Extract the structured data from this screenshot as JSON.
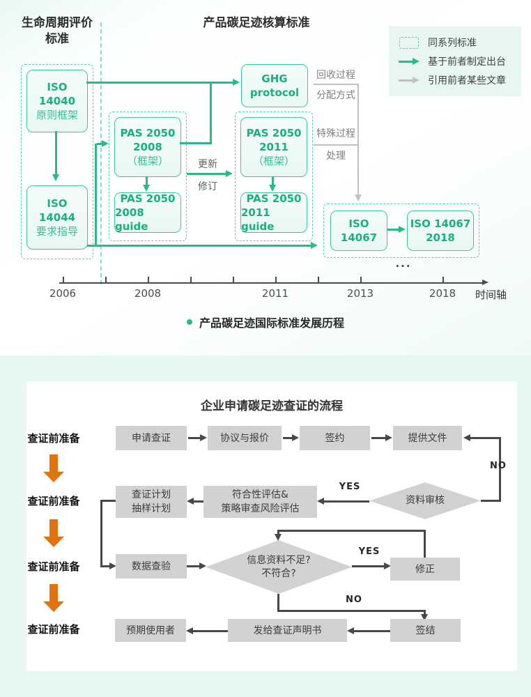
{
  "top": {
    "heading_left": {
      "line1": "生命周期评价",
      "line2": "标准"
    },
    "heading_right": "产品碳足迹核算标准",
    "legend": {
      "same_series": "同系列标准",
      "based_on": "基于前者制定出台",
      "cites": "引用前者某些文章"
    },
    "boxes": {
      "iso14040": {
        "l1": "ISO",
        "l2": "14040",
        "sub": "原则框架"
      },
      "iso14044": {
        "l1": "ISO",
        "l2": "14044",
        "sub": "要求指导"
      },
      "pas2008": {
        "l1": "PAS 2050",
        "l2": "2008",
        "sub": "（框架）"
      },
      "pas2008_guide": {
        "l1": "PAS 2050",
        "l2": "2008 guide"
      },
      "ghg": {
        "l1": "GHG",
        "l2": "protocol"
      },
      "pas2011": {
        "l1": "PAS 2050",
        "l2": "2011",
        "sub": "（框架）"
      },
      "pas2011_guide": {
        "l1": "PAS 2050",
        "l2": "2011 guide"
      },
      "iso14067": {
        "l1": "ISO",
        "l2": "14067"
      },
      "iso14067_2018": {
        "l1": "ISO 14067",
        "l2": "2018"
      }
    },
    "edge_labels": {
      "update": "更新",
      "revise": "修订"
    },
    "ghg_refs": {
      "recycle": "回收过程",
      "alloc": "分配方式",
      "special": "特殊过程",
      "treat": "处理"
    },
    "timeline": {
      "years": [
        "2006",
        "2008",
        "2011",
        "2013",
        "2018"
      ],
      "ellipsis": "...",
      "axis_label": "时间轴"
    },
    "caption": "产品碳足迹国际标准发展历程"
  },
  "flowchart": {
    "title": "企业申请碳足迹查证的流程",
    "stage_labels": [
      "查证前准备",
      "查证前准备",
      "查证前准备",
      "查证前准备"
    ],
    "row1": {
      "apply": "申请查证",
      "agreement": "协议与报价",
      "sign": "签约",
      "provide": "提供文件"
    },
    "row2": {
      "plan1": "查证计划",
      "plan2": "抽样计划",
      "assess1": "符合性评估&",
      "assess2": "策略审查风险评估",
      "review": "资料审核"
    },
    "row3": {
      "data_check": "数据查验",
      "decision1": "信息资料不足?",
      "decision2": "不符合?",
      "fix": "修正"
    },
    "row4": {
      "end_user": "预期使用者",
      "statement": "发给查证声明书",
      "close": "签结"
    },
    "labels": {
      "yes1": "YES",
      "no1": "NO",
      "yes2": "YES",
      "no2": "NO"
    }
  },
  "colors": {
    "green": "#29b98c",
    "orange": "#e2720f",
    "flow_box_gray": "#d2d2d2",
    "line_dark": "#474747",
    "line_gray": "#c3c3c3"
  }
}
